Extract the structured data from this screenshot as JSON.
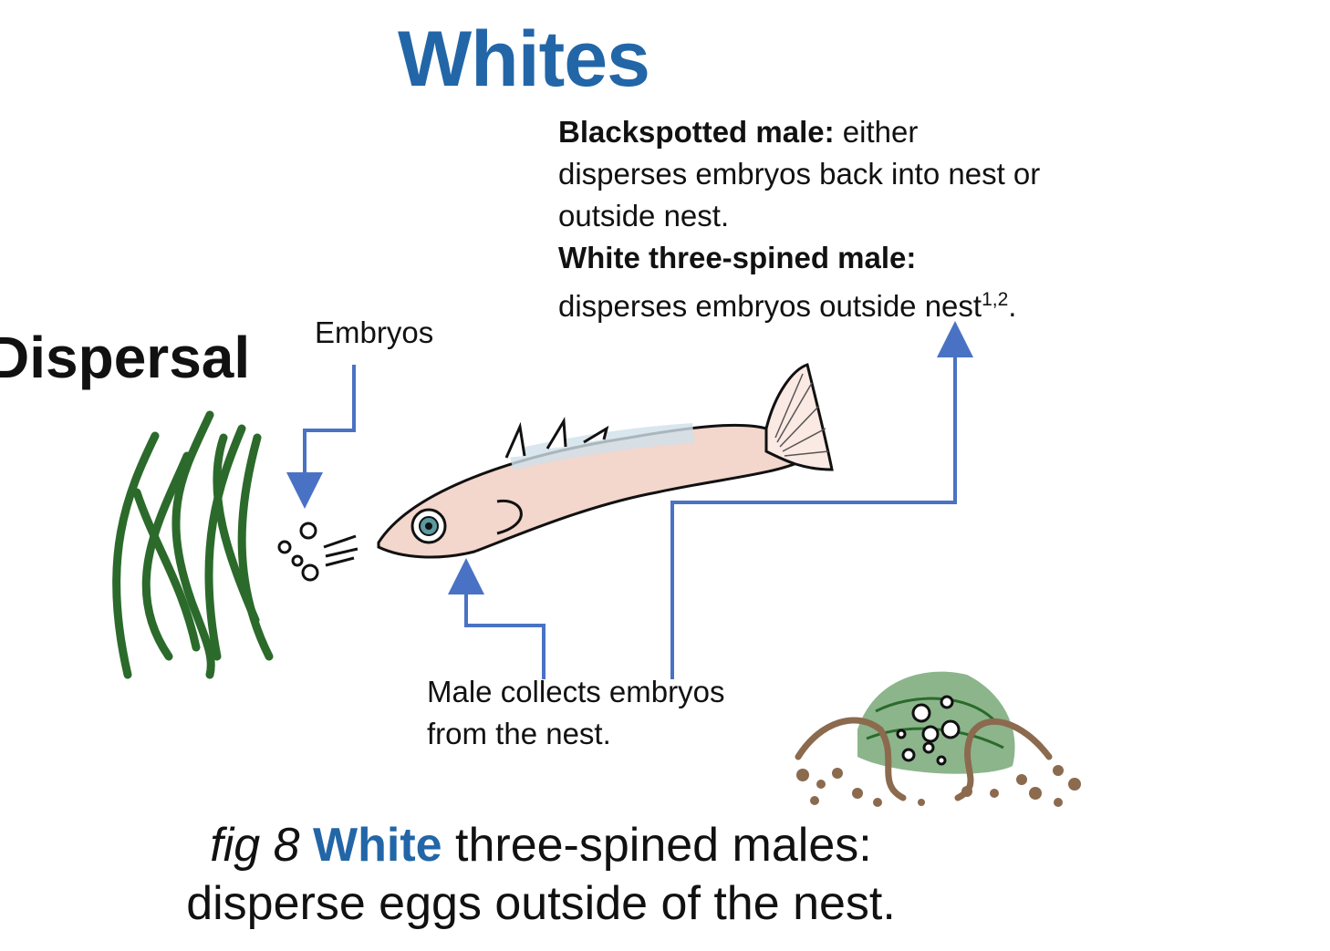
{
  "title": "Whites",
  "heading_side": "Dispersal",
  "info": {
    "line1_bold": "Blackspotted male:",
    "line1_rest": " either",
    "line2": "disperses embryos back into nest or",
    "line3": "outside nest.",
    "line4_bold": "White three-spined male:",
    "line5": "disperses embryos outside nest",
    "line5_sup": "1,2",
    "line5_end": "."
  },
  "labels": {
    "embryos": "Embryos",
    "collect_line1": "Male collects embryos",
    "collect_line2": "from the nest."
  },
  "caption": {
    "fig": "fig 8",
    "highlight": "White",
    "rest1": " three-spined males:",
    "line2": "disperse eggs outside of the nest."
  },
  "colors": {
    "accent": "#2266a8",
    "arrow": "#4a72c4",
    "weed": "#2b6a2b",
    "soil": "#8b6a4e"
  },
  "icons": [
    "seaweed-icon",
    "embryo-bubbles-icon",
    "stickleback-fish-icon",
    "nest-icon"
  ]
}
